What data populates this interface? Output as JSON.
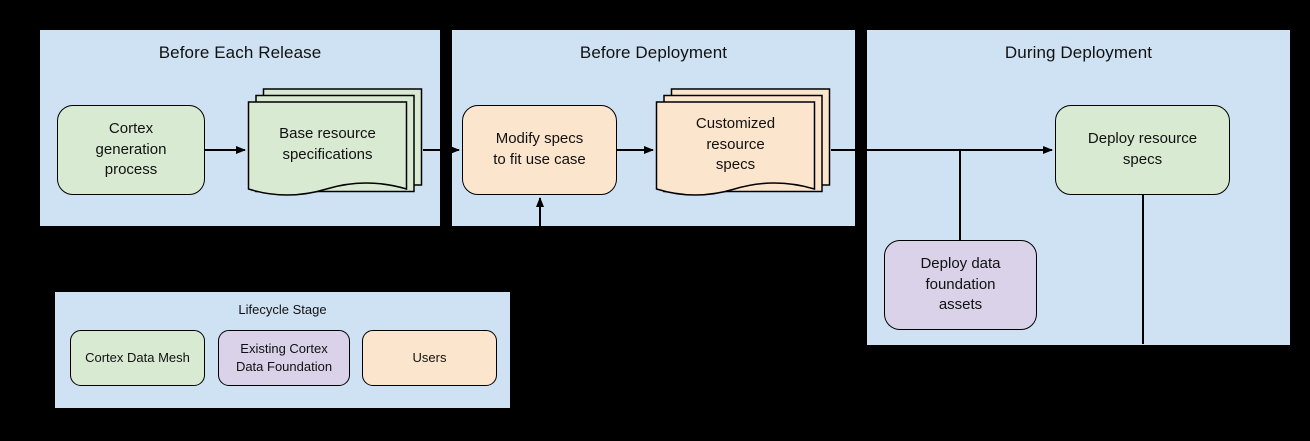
{
  "colors": {
    "background": "#000000",
    "panel_fill": "#cfe2f3",
    "mesh_green": "#d9ead3",
    "user_orange": "#fce5cd",
    "foundation_purple": "#d9d2e9",
    "line": "#000000",
    "text": "#111111"
  },
  "panels": {
    "before_each_release": {
      "title": "Before Each Release"
    },
    "before_deployment": {
      "title": "Before Deployment"
    },
    "during_deployment": {
      "title": "During Deployment"
    }
  },
  "nodes": {
    "cortex_generation": {
      "label": "Cortex\ngeneration\nprocess"
    },
    "base_specs": {
      "label": "Base resource\nspecifications"
    },
    "modify_specs": {
      "label": "Modify specs\nto fit use case"
    },
    "customized_specs": {
      "label": "Customized\nresource\nspecs"
    },
    "deploy_resource_specs": {
      "label": "Deploy resource\nspecs"
    },
    "deploy_data_foundation": {
      "label": "Deploy data\nfoundation\nassets"
    }
  },
  "legend": {
    "title": "Lifecycle Stage",
    "items": [
      {
        "label": "Cortex Data Mesh"
      },
      {
        "label": "Existing Cortex\nData Foundation"
      },
      {
        "label": "Users"
      }
    ]
  }
}
